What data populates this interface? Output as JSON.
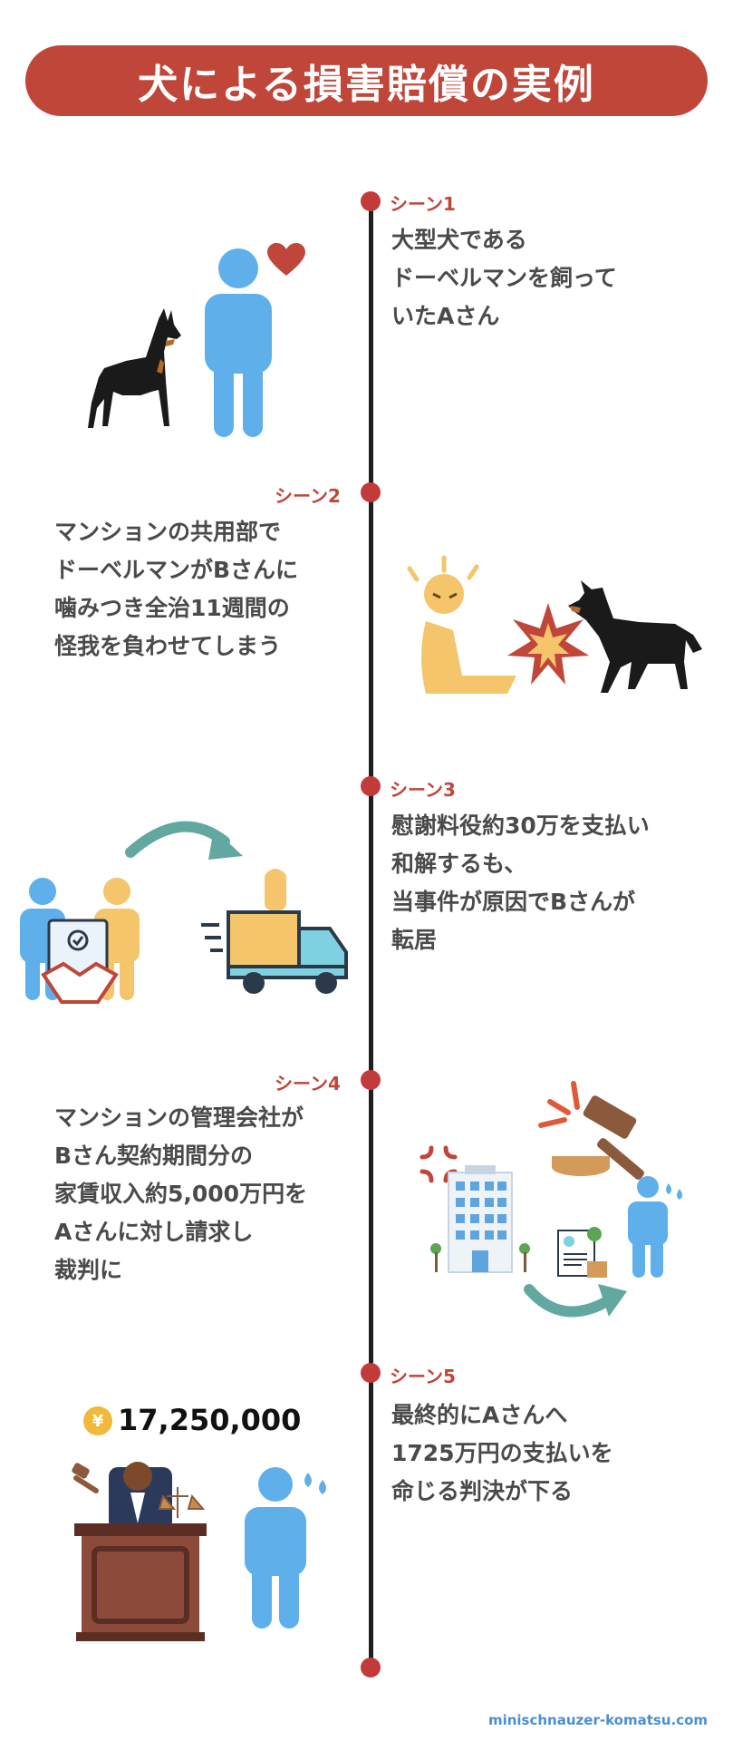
{
  "title": "犬による損害賠償の実例",
  "colors": {
    "accent": "#c0463a",
    "dot": "#c33a3a",
    "person_blue": "#5fb0ea",
    "person_yellow": "#f4c56b",
    "teal": "#62a8a0",
    "footer": "#4a8fd0"
  },
  "scenes": [
    {
      "label": "シーン1",
      "lines": [
        "大型犬である",
        "ドーベルマンを飼って",
        "いたAさん"
      ]
    },
    {
      "label": "シーン2",
      "lines": [
        "マンションの共用部で",
        "ドーベルマンがBさんに",
        "噛みつき全治11週間の",
        "怪我を負わせてしまう"
      ]
    },
    {
      "label": "シーン3",
      "lines": [
        "慰謝料役約30万を支払い",
        "和解するも、",
        "当事件が原因でBさんが",
        "転居"
      ]
    },
    {
      "label": "シーン4",
      "lines": [
        "マンションの管理会社が",
        "Bさん契約期間分の",
        "家賃収入約5,000万円を",
        "Aさんに対し請求し",
        "裁判に"
      ]
    },
    {
      "label": "シーン5",
      "lines": [
        "最終的にAさんへ",
        "1725万円の支払いを",
        "命じる判決が下る"
      ]
    }
  ],
  "amount": "17,250,000",
  "yen_symbol": "¥",
  "footer": "minischnauzer-komatsu.com",
  "icons": [
    "doberman-icon",
    "heart-icon",
    "person-icon",
    "injured-person-icon",
    "impact-burst-icon",
    "handshake-icon",
    "moving-truck-icon",
    "arrow-icon",
    "building-icon",
    "gavel-icon",
    "document-icon",
    "judge-icon",
    "sweat-drops-icon",
    "anger-mark-icon"
  ]
}
